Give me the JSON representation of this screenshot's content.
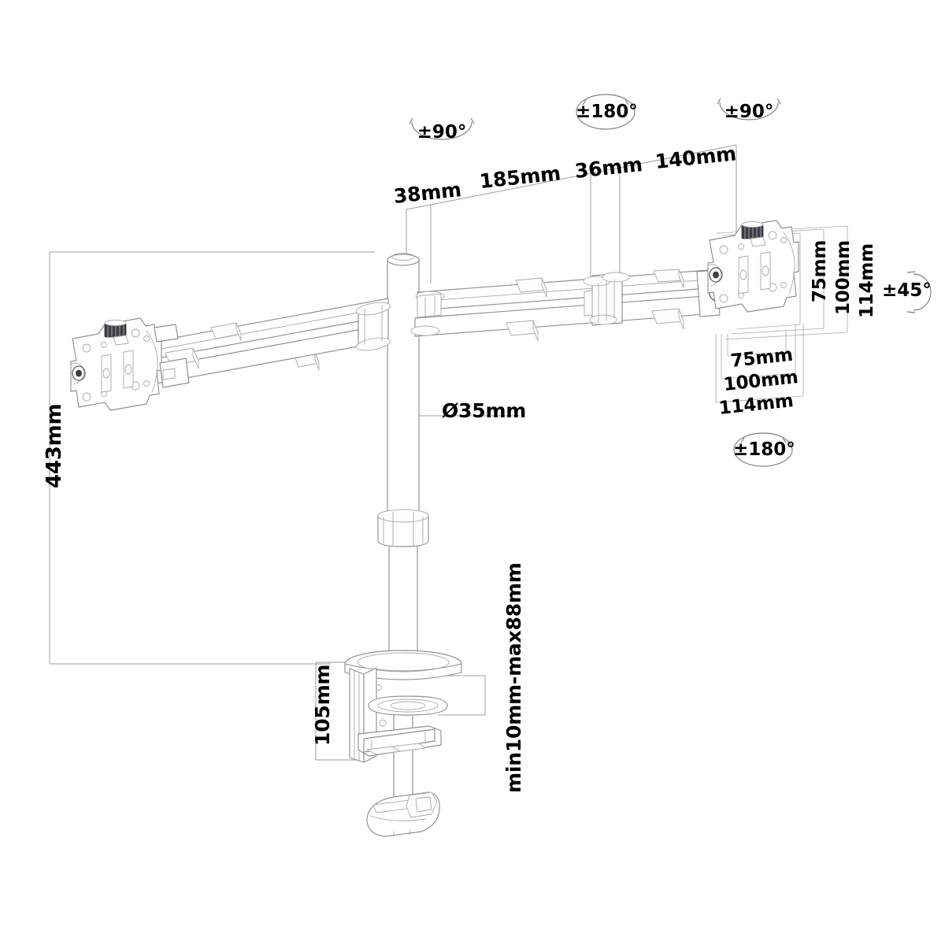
{
  "drawing": {
    "title": "Monitor desk mount technical dimension drawing",
    "background_color": "#ffffff",
    "line_color": "#8a8d92",
    "dim_line_color": "#9a9da2",
    "text_color": "#000000"
  },
  "dimensions": {
    "height_overall": "443mm",
    "clamp_height": "105mm",
    "pole_diameter": "Ø35mm",
    "desk_thickness": "min10mm-max88mm",
    "segment_a": "38mm",
    "segment_b": "185mm",
    "segment_c": "36mm",
    "segment_d": "140mm",
    "vesa_v_75": "75mm",
    "vesa_v_100": "100mm",
    "vesa_v_114": "114mm",
    "vesa_h_75": "75mm",
    "vesa_h_100": "100mm",
    "vesa_h_114": "114mm"
  },
  "rotation_badges": {
    "pole_swivel": "±90°",
    "elbow_rotate": "±180°",
    "arm_swivel": "±90°",
    "tilt": "±45°",
    "screen_rotate": "±180°"
  }
}
